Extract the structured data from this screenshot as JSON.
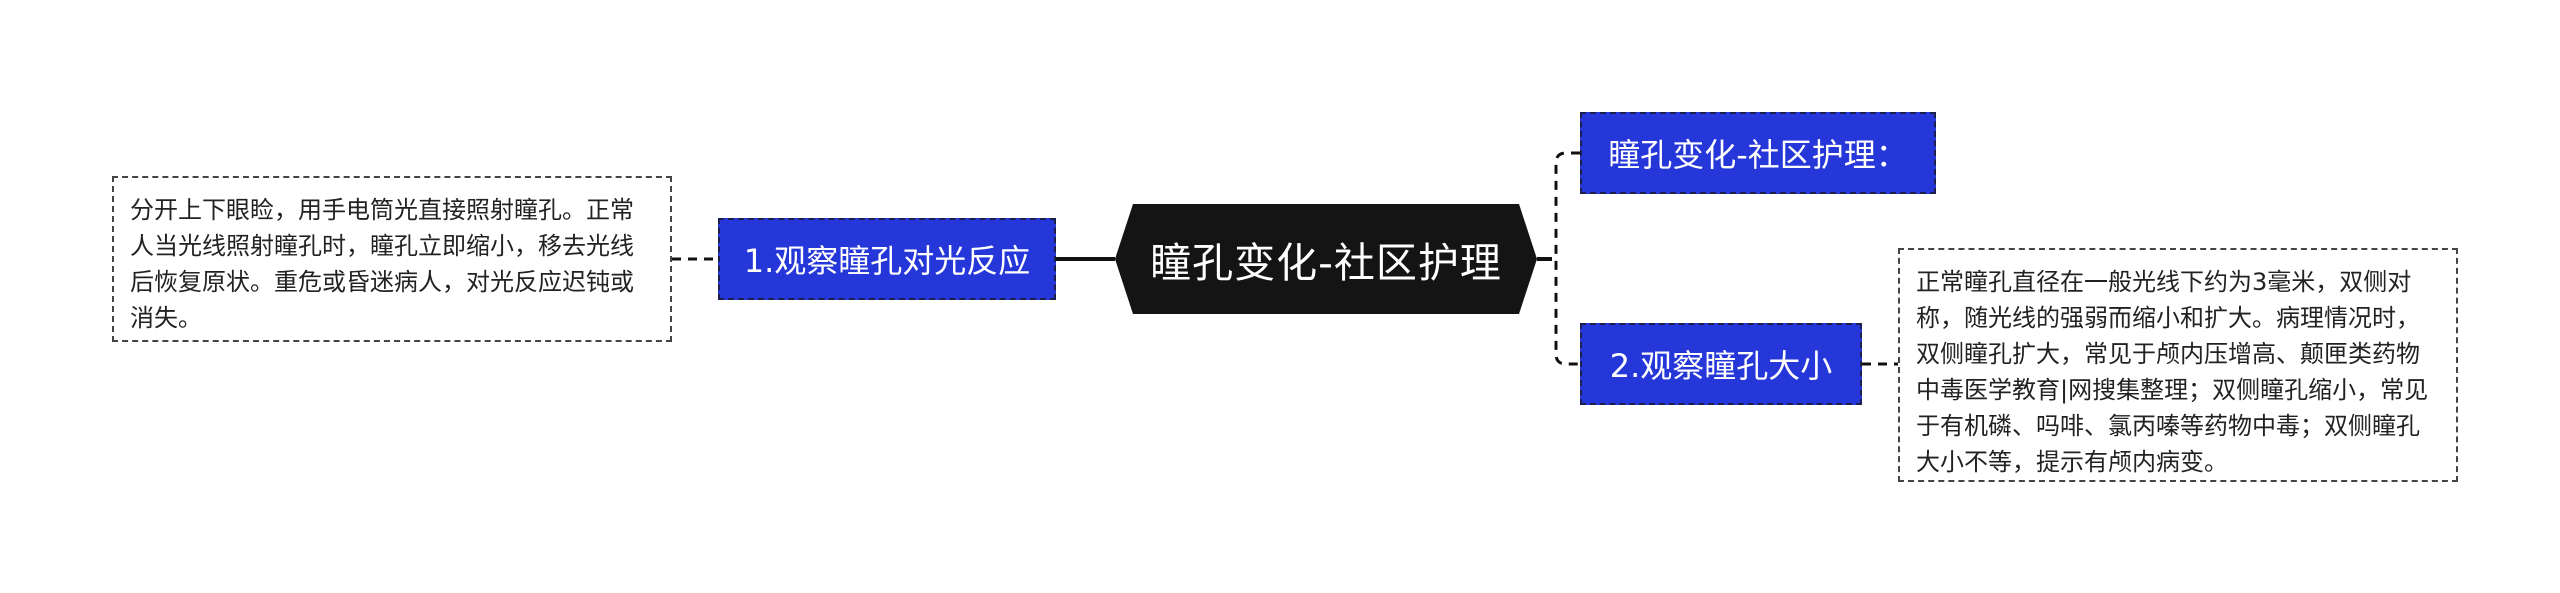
{
  "diagram": {
    "center": "瞳孔变化-社区护理",
    "branches": [
      {
        "label": "1.观察瞳孔对光反应",
        "note": "分开上下眼睑，用手电筒光直接照射瞳孔。正常人当光线照射瞳孔时，瞳孔立即缩小，移去光线后恢复原状。重危或昏迷病人，对光反应迟钝或消失。"
      },
      {
        "label": "瞳孔变化-社区护理：",
        "note": ""
      },
      {
        "label": "2.观察瞳孔大小",
        "note": "正常瞳孔直径在一般光线下约为3毫米，双侧对称，随光线的强弱而缩小和扩大。病理情况时，双侧瞳孔扩大，常见于颅内压增高、颠匣类药物中毒医学教育|网搜集整理；双侧瞳孔缩小，常见于有机磷、吗啡、氯丙嗪等药物中毒；双侧瞳孔大小不等，提示有颅内病变。"
      }
    ]
  },
  "colors": {
    "center_fill": "#141414",
    "branch_fill": "#2537d8",
    "branch_border": "#1a1f4e",
    "note_border": "#444444",
    "connector": "#111111"
  }
}
